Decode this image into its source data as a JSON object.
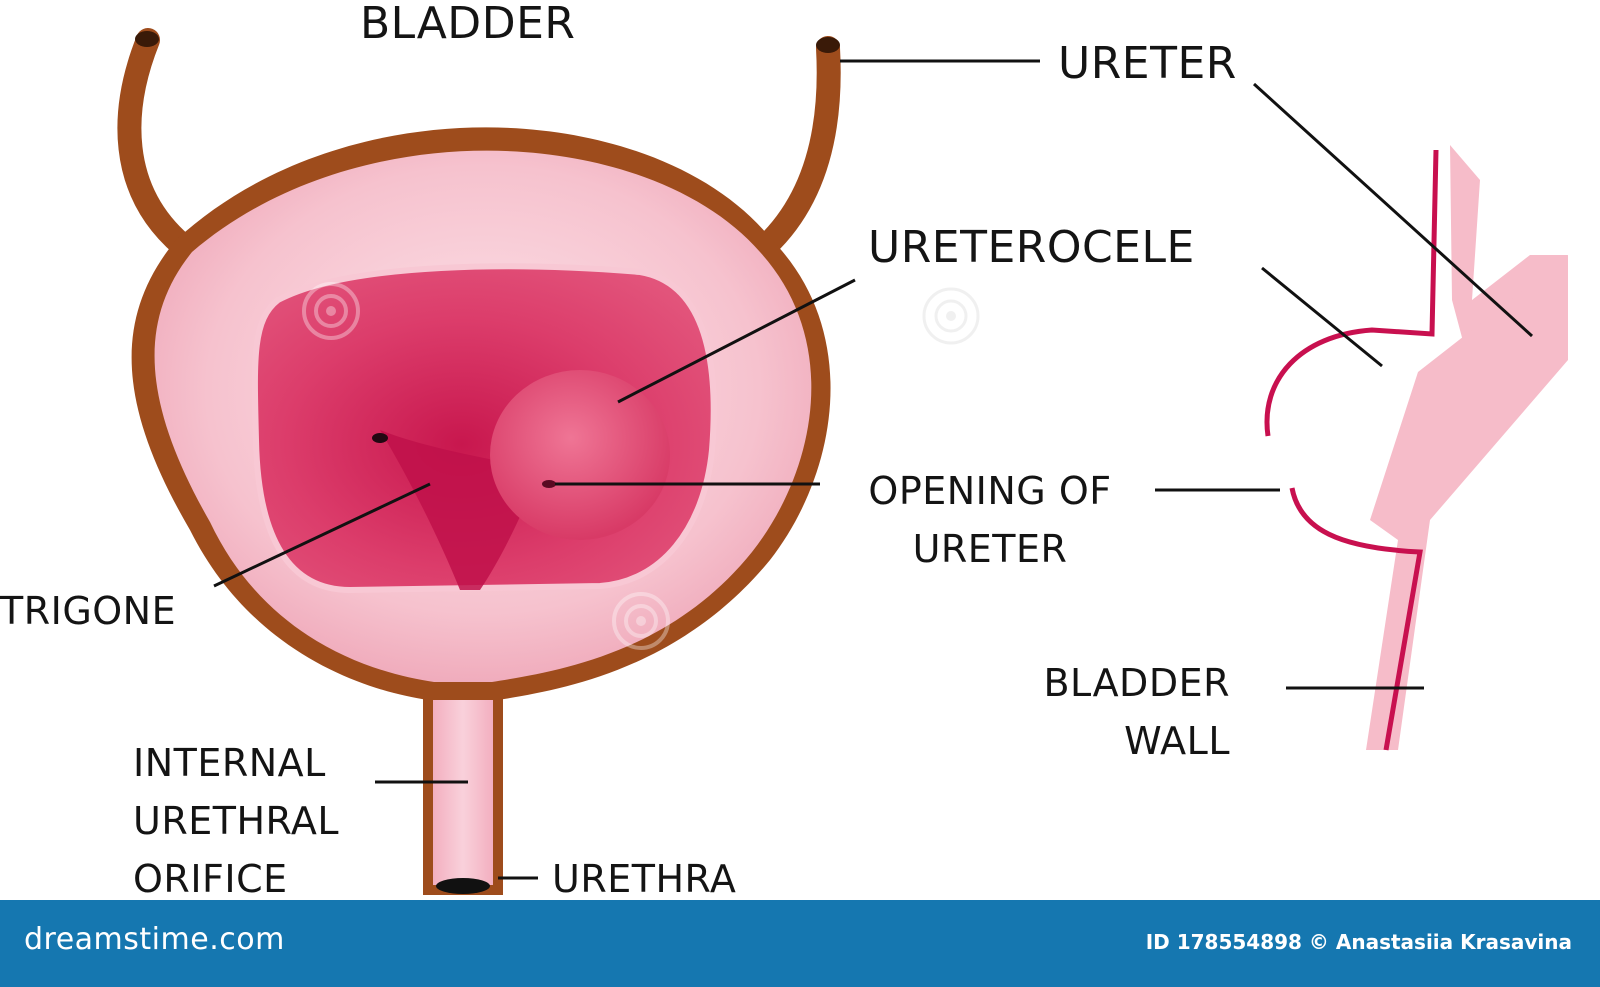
{
  "labels": {
    "bladder": "BLADDER",
    "ureter": "URETER",
    "ureterocele": "URETEROCELE",
    "opening_line1": "OPENING OF",
    "opening_line2": "URETER",
    "trigone": "TRIGONE",
    "bladder_wall_line1": "BLADDER",
    "bladder_wall_line2": "WALL",
    "internal_line1": "INTERNAL",
    "internal_line2": "URETHRAL",
    "internal_line3": "ORIFICE",
    "urethra": "URETHRA"
  },
  "footer": {
    "brand": "dreamstime.com",
    "credit": "ID 178554898 © Anastasiia Krasavina"
  },
  "colors": {
    "muscle": "#9e4c1c",
    "bladder_wall": "#f3b6c4",
    "interior": "#dc3d6b",
    "section_outline": "#c8104f",
    "footer": "#1577b0"
  }
}
